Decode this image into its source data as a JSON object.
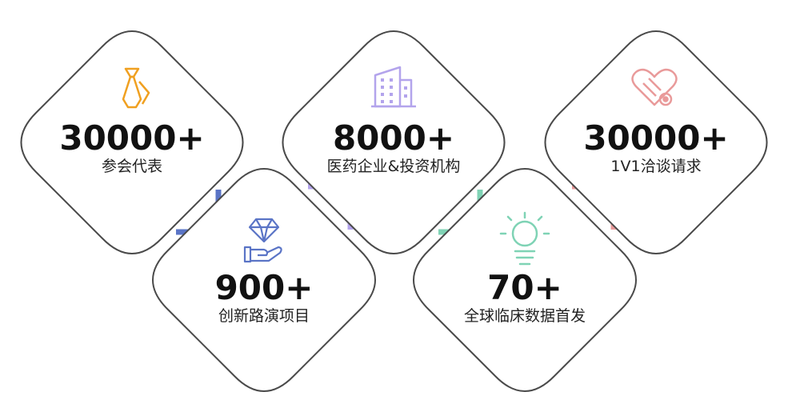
{
  "cards": [
    {
      "value": "30000+",
      "label": "参会代表",
      "icon": "tie-icon",
      "accent": "#5A74C6",
      "icon_color": "#F0A020"
    },
    {
      "value": "900+",
      "label": "创新路演项目",
      "icon": "diamond-hand-icon",
      "accent": "#5A74C6",
      "icon_color": "#5A74C6"
    },
    {
      "value": "8000+",
      "label": "医药企业&投资机构",
      "icon": "building-icon",
      "accent": "#B3A4EC",
      "icon_color": "#B3A4EC"
    },
    {
      "value": "70+",
      "label": "全球临床数据首发",
      "icon": "lightbulb-icon",
      "accent": "#7FD3B5",
      "icon_color": "#7FD3B5"
    },
    {
      "value": "30000+",
      "label": "1V1洽谈请求",
      "icon": "heart-handshake-icon",
      "accent": "#E99A9A",
      "icon_color": "#E99A9A"
    }
  ]
}
